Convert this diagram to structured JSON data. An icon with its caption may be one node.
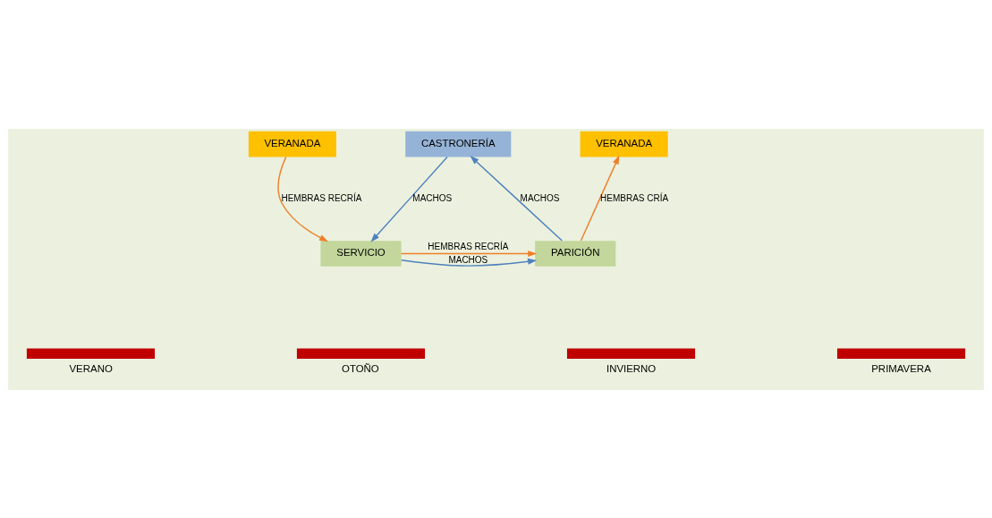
{
  "diagram": {
    "nodes": [
      {
        "text": [
          "VERANADA"
        ]
      },
      {
        "text": [
          "CASTRONERÍA"
        ]
      },
      {
        "text": [
          "VERANADA"
        ]
      },
      {
        "text": [
          "SERVICIO"
        ]
      },
      {
        "text": [
          "PARICIÓN"
        ]
      }
    ],
    "edges": [
      {
        "from": 0,
        "to": 3,
        "arrow": "to",
        "label": "HEMBRAS RECRÍA",
        "color": "#f07f2a"
      },
      {
        "from": 1,
        "to": 3,
        "arrow": "to",
        "label": "MACHOS",
        "color": "#4f81bd"
      },
      {
        "from": 4,
        "to": 1,
        "arrow": "to",
        "label": "MACHOS",
        "color": "#4f81bd"
      },
      {
        "from": 3,
        "to": 4,
        "arrow": "to",
        "label": "MACHOS",
        "color": "#4f81bd"
      },
      {
        "from": 3,
        "to": 4,
        "arrow": "to",
        "label": "HEMBRAS RECRÍA",
        "color": "#f07f2a"
      },
      {
        "from": 4,
        "to": 2,
        "arrow": "to",
        "label": "HEMBRAS CRÍA",
        "color": "#f07f2a"
      }
    ],
    "labels": [
      "VERANO",
      "OTOÑO",
      "INVIERNO",
      "PRIMAVERA"
    ]
  }
}
